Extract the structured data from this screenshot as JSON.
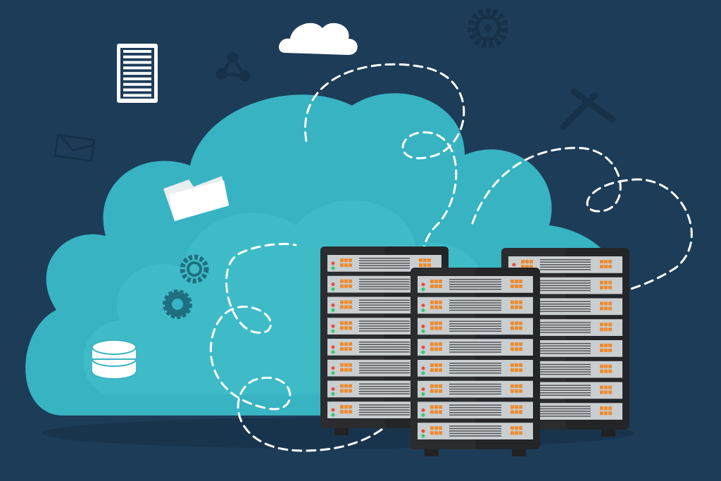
{
  "colors": {
    "background": "#1d3c58",
    "cloud": "#38b3c2",
    "cloud_inner": "#45bfcc",
    "rack_body": "#2a2c2e",
    "rack_unit": "#c9ced1",
    "led_orange": "#f08a2c",
    "line_white": "#ffffff",
    "icon_dark": "#15324a"
  },
  "icons": [
    "cloud-icon",
    "server-rack-icon",
    "share-icon",
    "gear-icon",
    "wrench-screwdriver-icon",
    "envelope-icon",
    "folder-icon",
    "database-icon"
  ],
  "racks": [
    {
      "name": "left",
      "units": 8
    },
    {
      "name": "right",
      "units": 8
    },
    {
      "name": "center",
      "units": 8
    }
  ]
}
